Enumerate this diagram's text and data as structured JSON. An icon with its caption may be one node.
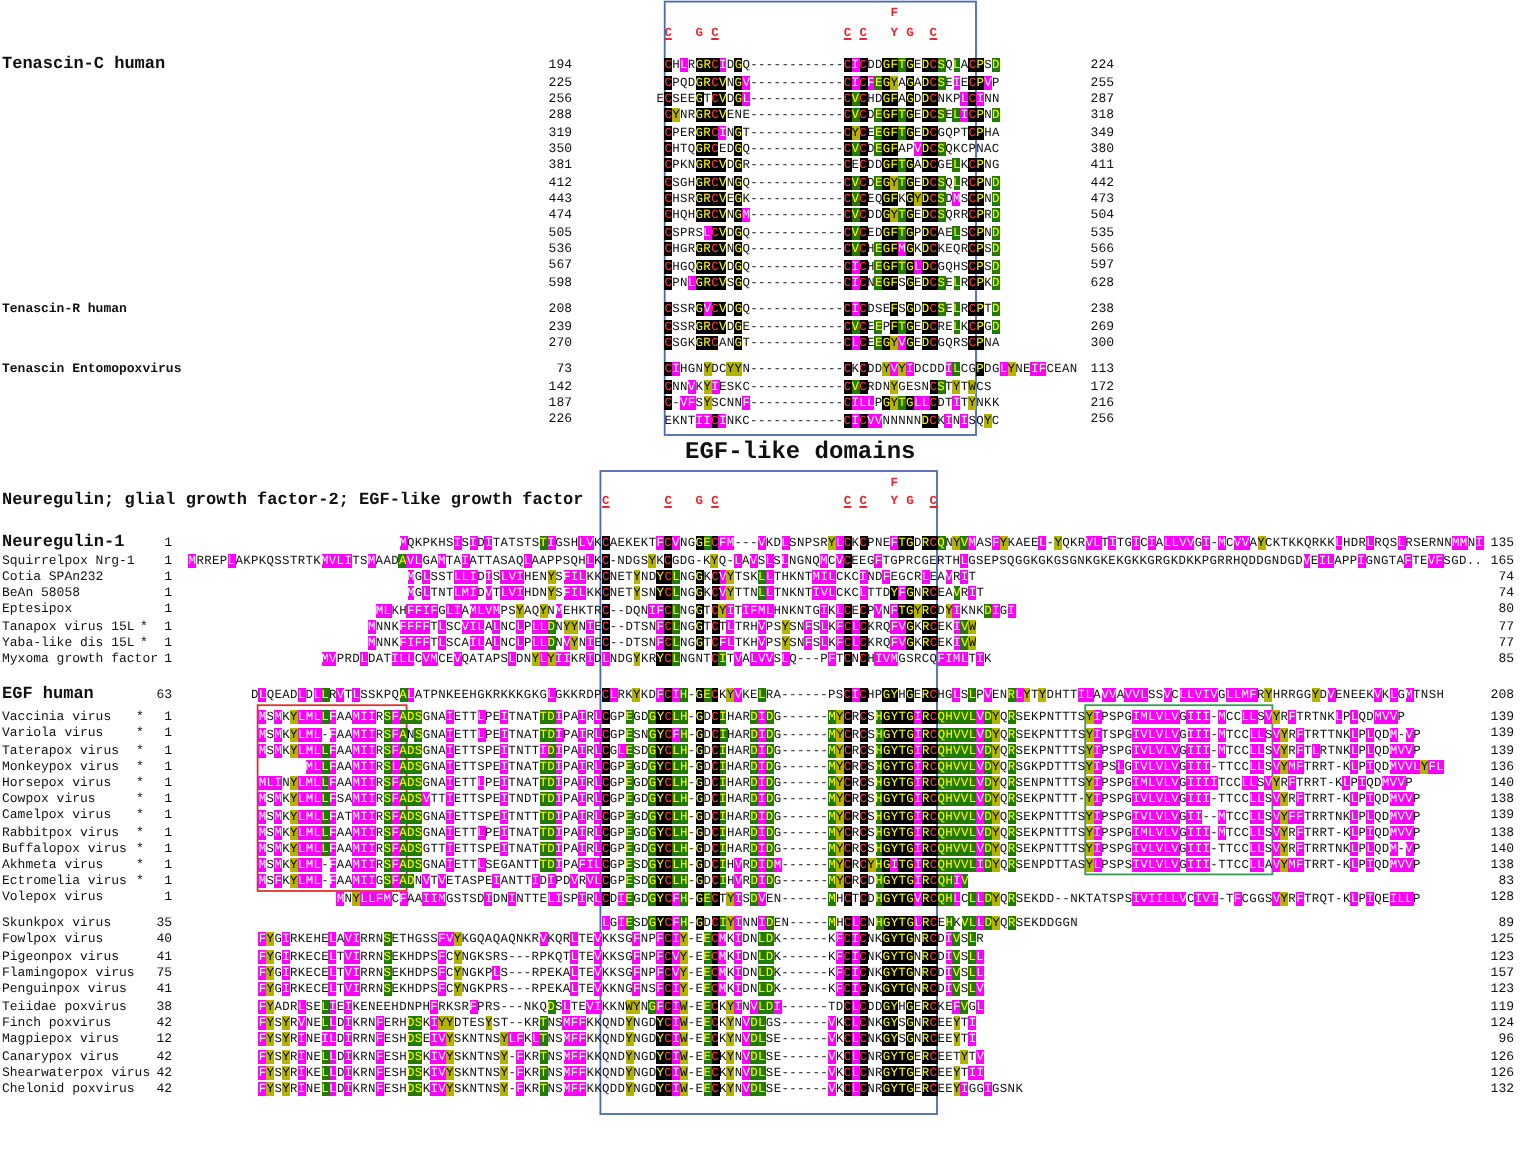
{
  "diagram": {
    "title": "EGF-like domains",
    "nodes": [
      {
        "text": [],
        "shape": "box"
      },
      {
        "text": [],
        "shape": "box"
      },
      {
        "text": [],
        "shape": "box"
      },
      {
        "text": [],
        "shape": "box"
      }
    ],
    "labels": [
      "F",
      "C",
      "G",
      "C",
      "C",
      "C",
      "Y",
      "G",
      "C",
      "Tenascin-C human",
      "194",
      "CHLRGRCIDGQ------------CICDDGFTGEDCSQLACPSD",
      "224",
      "225",
      "CPQDGRCVNGV------------CICFEGYAGADCSEIECPVP",
      "255",
      "256",
      "ECSEEGTCVDGL------------CVCHDGFAGDDCNKPLCINN",
      "287",
      "288",
      "CYNRGRCVENE------------CVCDEGFTGEDCSELICPND",
      "318",
      "319",
      "CPERGRCINGT------------CYCEEGFTGEDCGQPTCPHA",
      "349",
      "350",
      "CHTQGRCEDGQ------------CVCDEGFAPVDCSQKCPNAC",
      "380",
      "381",
      "CPKNGRCVDGR------------CECDDGFTGADCGELKCPNG",
      "411",
      "412",
      "CSGHGRCVNGQ------------CVCDEGYTGEDCSQLRCPND",
      "442",
      "443",
      "CHSRGRCVEGK------------CVCEQGFKGYDCSDMSCPND",
      "473",
      "474",
      "CHQHGRCVNGM------------CVCDDGYTGEDCSQRRCPRD",
      "504",
      "505",
      "CSPRSLCVDGQ------------CVCEDGFTGPDCAELSCPND",
      "535",
      "536",
      "CHGRGRCVNGQ------------CVCHEGFMGKDCKEQRCPSD",
      "566",
      "567",
      "CHGQGRCVDGQ------------CICHEGFTGLDCGQHSCPSD",
      "597",
      "598",
      "CPNLGRCVSGQ------------CICNEGFSGEDCSELRCPKD",
      "628",
      "Tenascin-R human",
      "208",
      "CSSRGVCVDGQ------------CICDSEFSGDDCSELRCPTD",
      "238",
      "239",
      "CSSRGRCVDGE------------CVCEEPFTGEDCRELKCPGD",
      "269",
      "270",
      "CSGKGRCANGT------------CLCEEGYVGEDCGQRSCPNA",
      "300",
      "Tenascin Entomopoxvirus",
      "73",
      "CIHGNYDCYYN------------CKCDDYVYIDCDDILCGPDGLYNEIFCEAN",
      "113",
      "142",
      "CNNVKYIESKC------------CVCRDNYGESNCSTYTWCS",
      "172",
      "187",
      "C-VFSYSCNNF------------CILLPGYTGLLCDTITYNKK",
      "216",
      "226",
      "EKNTIICINKC------------CICVVNNNNNDCKINISQYC",
      "256",
      "F",
      "Neuregulin; glial growth factor-2; EGF-like growth factor",
      "C",
      "C",
      "G",
      "C",
      "C",
      "C",
      "Y",
      "G",
      "C",
      "Neuregulin-1",
      "1",
      "MQKPKHSISIDITATSTSTIGSHLVKCAEKEKTFCVNGGECFM---VKDLSNPSRYLCKCPNEFTGDRCQNYVMASFYKAEEL-YQKRVLTITGICIALLVVGI-MCVVAYCKTKKQRKKLHDRLRQSLRSERNNMMNI",
      "135",
      "Squirrelpox Nrg-1",
      "1",
      "MRREPLAKPKQSSTRTKMVLITSMAADAVLGAMTAIATTASAQLAAPPSQHLKC-NDGSYKCGDG-KYQ-LAVSLSLNGNQMCVCEEGFTGPRCGERTHLGSEPSQGGKGKGSGNKGKEKGKKGRGKDKKPGRRHQDDGNDGDVEILAPPIGNGTAFTEVFSGD..",
      "165",
      "Cotia SPAn232",
      "1",
      "MGLSSTLLIDISLVIHENYSFILKKCNETYNDYCLNGGKCVYTSKLLTHKNTMILCKCINDFEGCRLEAVRIT",
      "74",
      "BeAn 58058",
      "1",
      "MGLTNTLMIDVTLVIHDNYSFILKKCNETYSNYCLNGGKCVYTTNLLTNKNTIVLCKCLTTDYFGNRCEAVRIT",
      "74",
      "Eptesipox",
      "1",
      "MLKHFFIFGLIAMLVMPSYAQYNMEHKTRC--DQNIFCLNGGTCYITIFMLHNKNTGIKLCECPVNFTGYRCDYIKNKDIGI",
      "80",
      "Tanapox virus 15L",
      "*",
      "1",
      "MNNKFFFFTLSCVILALNCLPLLDNYYNIEC--DTSNFCLNGGTCTLTRHVPSYSNFSLKFCLCKRQFVGKRCEKIVW",
      "77",
      "Yaba-like dis 15L",
      "*",
      "1",
      "MNNKFIFFTLSCAILALNCLPLLDNVYNIEC--DTSNFCLNGGTCFLTKHVPSYSNFSLKFCLCKRQFVGKRCEKIVW",
      "77",
      "Myxoma growth factor",
      "1",
      "MVPRDLDATILLCVMCEVQATAPSLDNYLYIIKRIDLNDGYKRYCLNGNTCITVALVVSLQ---PFTCNCHIVMGSRCQFIMLTIK",
      "85",
      "EGF human",
      "63",
      "DLQEADLDLLRVTLSSKPQALATPNKEEHGKRKKKGKGLGKKRDPCLRKYKDFCIH-GECKYVKELRA------PSCICHPGYHGERCHGLSLPVENRLYTYDHTTILAVVAVVLSSVCLLVIVGLLMFRYHRRGGYDVENEEKVKLGMTNSH",
      "208",
      "Vaccinia virus",
      "*",
      "1",
      "MSMKYLMLLFAAMIIRSFADSGNAIETTLPEITNATTDIPAIRLCGPEGDGYCLH-GDCIHARDIDG------MYCRCSHGYTGIRCQHVVLVDYQRSEKPNTTTSYIPSPGIMLVLVGIII-MCCLLSVYRFTRTNKLPLQDMVVP",
      "139",
      "Variola virus",
      "*",
      "1",
      "MSMKYLML-FAAMIIRSFANSGNAIETTLPEITNATTDIPAIRLCGPESNGYCFH-GDCIHARDIDG------MYCRCSHGYTGIRCQHVVLVDYQRSEKPNTTTSYITSPGIVLVLVGIII-MTCCLLSVYRFTRTTNKLPLQDM-VP",
      "139",
      "Taterapox virus",
      "*",
      "1",
      "MSMKYLMLLFAAMIIRSFADSGNAIETTSPEITNTTIDIPAIRLCGLESDGYCLH-GDCIHARDIDG------MYCRCSHGYTGIRCQHVVLVDYQRSEKPNTTTSYIPSPGIVLVLVGIII-MTCCLLSVYRFTLRTNKLPLQDMVVP",
      "139",
      "Monkeypox virus",
      "*",
      "1",
      "MLLFAAMIIRSLADSGNAIETTSPEITNATTDIPAIRLCGPEGDGYCLH-GDCIHARDIDG------MYCRCSHGYTGIRCQHVVLVDYQRSGKPDTTTSYIPSLGIVLVLVGIII-TTCCLLSVYMFTRRT-KLPIQDMVVLYFL",
      "136",
      "Horsepox virus",
      "*",
      "1",
      "MLINYLMLLFAAMIIRSFADSGNAIETTLPEITNATTDIPAIRLCGPEGDGYCLH-GDCIHARDIDG------MYCRCSHGYTGIRCQHVVLVDYQRSENPNTTTSYIPSPGIMLVLVGIIIITCCLLSVYRFTRRT-KLPIQDMVVP",
      "140",
      "Cowpox virus",
      "*",
      "1",
      "MSMKYLMLLFSAMIIRSFADSVTTIETTSPEITNDTTDIPAIRLCGPEGDGYCLH-GDCIHARDIDG------MYCRCSHGYTGIRCQHVVLVDYQRSEKPNTTT-YIPSPGIVLVLVGIII-TTCCLLSVYRFTRRT-KLPIQDMVVP",
      "138",
      "Camelpox virus",
      "*",
      "1",
      "MSMKYLMLLFATMIIRSFADSGNAIETTSPEITNTTTDIPAIRLCGPEGDGYCLH-GDCIHARDIDG------MYCRCSHGYTGIRCQHVVLVDYQRSEKPNTTTSYIPSPGIVLVLVGII--MTCCLLSVYFFTRRTNKLPLQDMVVP",
      "139",
      "Rabbitpox virus",
      "*",
      "1",
      "MSMKYLMLLFAAMIIRSFADSGNAIETTLPEITNATTDIPAIRLCGPEGDGYCLH-GDCIHARDIDG------MYCRCSHGYTGIRCQHVVLVDYQRSEKPNTTTSYIPSPGIMLVLVGIII-MTCCLLSVYRFTRRT-KLPIQDMVVP",
      "138",
      "Buffalopox virus",
      "*",
      "1",
      "MSMKYLMLLFAAMIIRSFADSGTTIETTSPEITNATTDIPAIRLCGPEGDGYCLH-GDCIHARDIDG------MYCRCSHGYTGIRCQHVVLVDYQRSEKPNTTTSYIPSPGIVLVLVGIII-TTCCLLSVYRFTRRTNKLPLQDM-VP",
      "140",
      "Akhmeta virus",
      "*",
      "1",
      "MSMKYLML-FAAMIIRSFADSGNAIETTLSEGANTTTDIPAFILCGPESDGYCLH-GDCIHVRDIDM------MYCRCYHGITGIRCQHVVLIDYQRSENPDTTASYLPSPSIVLVLVGIII-TTCCLLAVYMFTRRT-KLPIQDMVVP",
      "138",
      "Ectromelia virus",
      "*",
      "1",
      "MSFKYLML-FAAMIIGSFADNVTVETASPEIANTTIDIPDVRVLCGPESDGYCLH-GDCIHVRDIDG------MYCRCDHGYTGIRCQHIV",
      "83",
      "Volepox virus",
      "1",
      "MNYLLFMCFAAIIMGSTSDIDNINTTELISPIRLCDIEGDGYCFH-GECTYISDVEN------MHCTCDHGYTGVRCQHLCLLDYQRSEKDD--NKTATSPSIVIILLVCIVI-TFCGGSVYRFTRQT-KLPIQEILLP",
      "128",
      "Skunkpox virus",
      "35",
      "LGIESDGYCFH-GDCIYINNIDEN-----MHCLCNHGYTGLRCEHKVLLDYQRSEKDDGGN",
      "89",
      "Fowlpox virus",
      "40",
      "FYGIRKEHELAVIRRNSETHGSSFVYKGQAQAQNKRVKQRLTEVKKSGFNPFCIY-EECMKIDNLDK------KFCICNKGYTGNRCDIVSLR",
      "125",
      "Pigeonpox virus",
      "41",
      "FYGIRKECELTVIRRNSEKHDPSFCYNGKSRS---RPKQTLTEVKKSGFNPFCVY-EECMKIDNLDK------KFCICNKGYTGNRCDIVSLL",
      "123",
      "Flamingopox virus",
      "75",
      "FYGIRKECELTVIRRNSEKHDPSFCYNGKPLS---RPEKALTEVKKSGFNPFCVY-EECMKIDNLDK------KFCICNKGYTGNRCDIVSLL",
      "157",
      "Penguinpox virus",
      "41",
      "FYGIRKECELTVIRRNSEKHDPSFCYNGKPRS---RPEKALTEVKKNGFNSFCIY-EECMKIDNLDK------KFCICNKGYTGNRCDIVSLV",
      "123",
      "Teiidae poxvirus",
      "38",
      "FYADRLSELIEIKENEEHDNPHFRKSRFPRS---NKQDSLTEVIKKNWYNGFCIW-EECKYINVLDI------TDCLCDDGYHGERCKEFVGL",
      "119",
      "Finch poxvirus",
      "42",
      "FYSYRVNELLDIKRNFERHDSKIYYDTESYST--KRTNSMFFKKQNDYNGDYCIW-EECKYNVDLGS------VKCLCNKGYSGNRCEEYTI",
      "124",
      "Magpiepox virus",
      "12",
      "FYSYRINEILDIRRNFESHDSEIVYSKNTNSYLFKLTNSMFFKKQNDYNGDYCIW-EECKYNVDLSE------VKCLCNKGYSGNRCEEYTI",
      "96",
      "Canarypox virus",
      "42",
      "FYSYRINELLDIKRNFESHDSKIVYSKNTNSY-FKRTNSMFFKKQNDYNGDYCIW-EECKYNVDLSE------VKCLCNRGYTGERCEETYTV",
      "126",
      "Shearwaterpox virus",
      "42",
      "FYSYRIKELLDIKRNFESHDSKIVYSKNTNSY-FKRTNSMFFKKQNDYNGDYCIW-EECKYNVDLSE------VKCLCNRGYTGERCEEYTII",
      "126",
      "Chelonid poxvirus",
      "42",
      "FYSYRINELLDIKRNFESHDSKIVYSKNTNSY-FKRTNSMFFKKQDDYNGDYCIW-EECKYNVDLSE------VKCLCNRGYTGERCEEYIGGIGSNK",
      "132"
    ]
  }
}
